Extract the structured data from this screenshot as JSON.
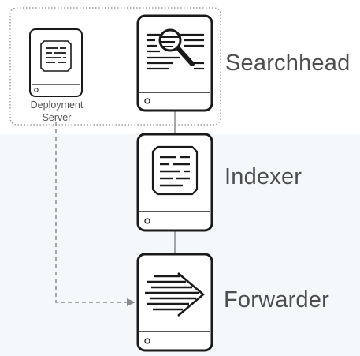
{
  "diagram": {
    "nodes": {
      "deployment_server": {
        "line1": "Deployment",
        "line2": "Server",
        "icon": "stacked-lines-icon"
      },
      "searchhead": {
        "label": "Searchhead",
        "icon": "magnifier-document-icon"
      },
      "indexer": {
        "label": "Indexer",
        "icon": "stacked-lines-icon"
      },
      "forwarder": {
        "label": "Forwarder",
        "icon": "forward-arrow-icon"
      }
    },
    "connections": [
      {
        "from": "searchhead",
        "to": "indexer",
        "style": "solid"
      },
      {
        "from": "indexer",
        "to": "forwarder",
        "style": "solid"
      },
      {
        "from": "deployment_server",
        "to": "forwarder",
        "style": "dashed-arrow"
      }
    ],
    "colors": {
      "server_stroke": "#1a1a1a",
      "server_fill": "#ffffff",
      "group_border": "#8a8a8a",
      "connector": "#8a8a8a",
      "label_text": "#4d4d4d",
      "background": "#f4f8fa"
    }
  }
}
